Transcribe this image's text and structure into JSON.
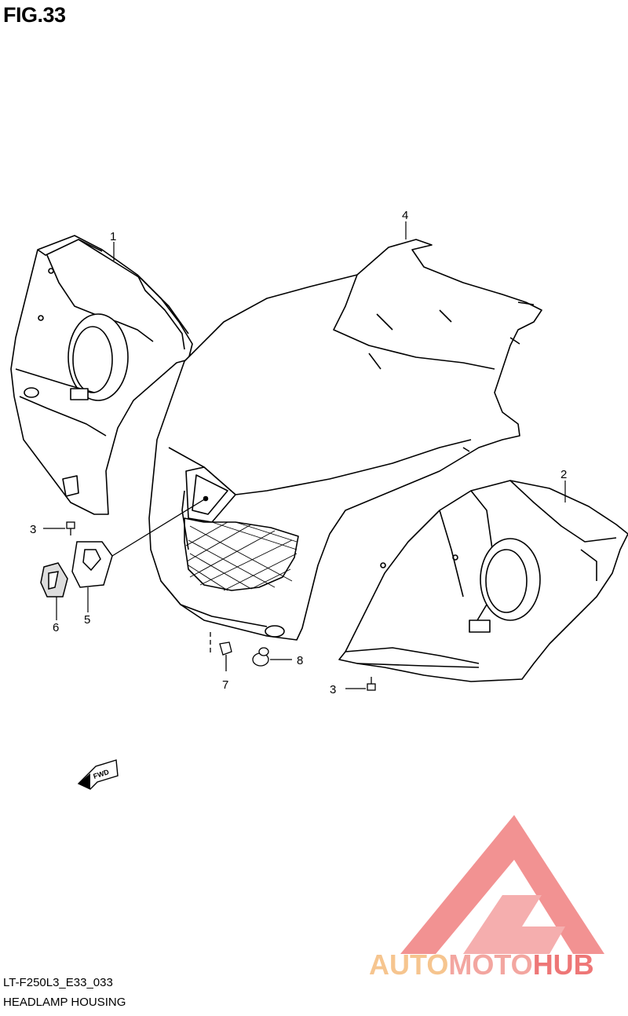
{
  "header": {
    "figure_label": "FIG.33"
  },
  "callouts": {
    "c1": "1",
    "c2": "2",
    "c3a": "3",
    "c3b": "3",
    "c4": "4",
    "c5": "5",
    "c6": "6",
    "c7": "7",
    "c8": "8"
  },
  "fwd_arrow_label": "FWD",
  "caption": {
    "model_code": "LT-F250L3_E33_033",
    "part_name": "HEADLAMP HOUSING"
  },
  "watermark": {
    "part1": "AUTO",
    "part2": "MOTO",
    "part3": "HUB",
    "colors": {
      "auto": "#f6c58f",
      "moto": "#f3a6a0",
      "hub": "#ee7777",
      "logo": "#ee7070"
    }
  }
}
